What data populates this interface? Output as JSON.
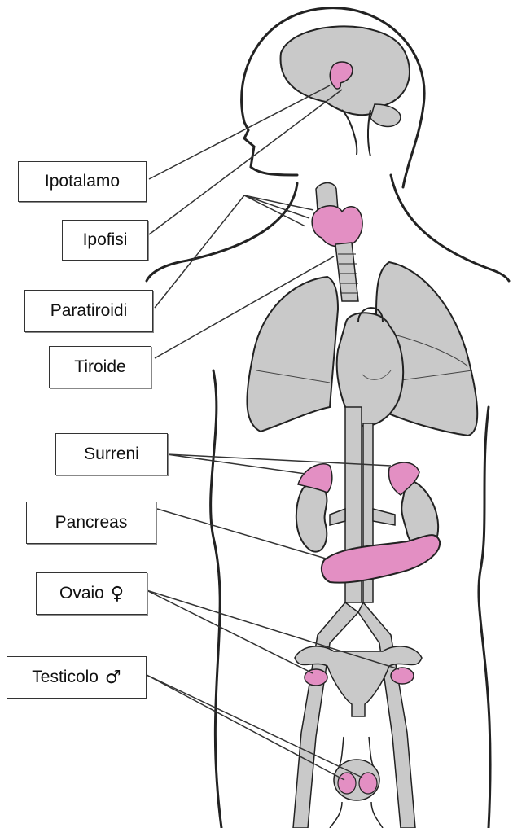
{
  "labels": {
    "hypothalamus": "Ipotalamo",
    "pituitary": "Ipofisi",
    "parathyroid": "Paratiroidi",
    "thyroid": "Tiroide",
    "adrenal": "Surreni",
    "pancreas": "Pancreas",
    "ovary": "Ovaio",
    "ovary_symbol": "♀",
    "testicle": "Testicolo",
    "testicle_symbol": "♂"
  },
  "colors": {
    "gland_pink": "#e38fc3",
    "organ_gray": "#c9c9c9",
    "outline": "#222222",
    "leader_line": "#333333"
  }
}
